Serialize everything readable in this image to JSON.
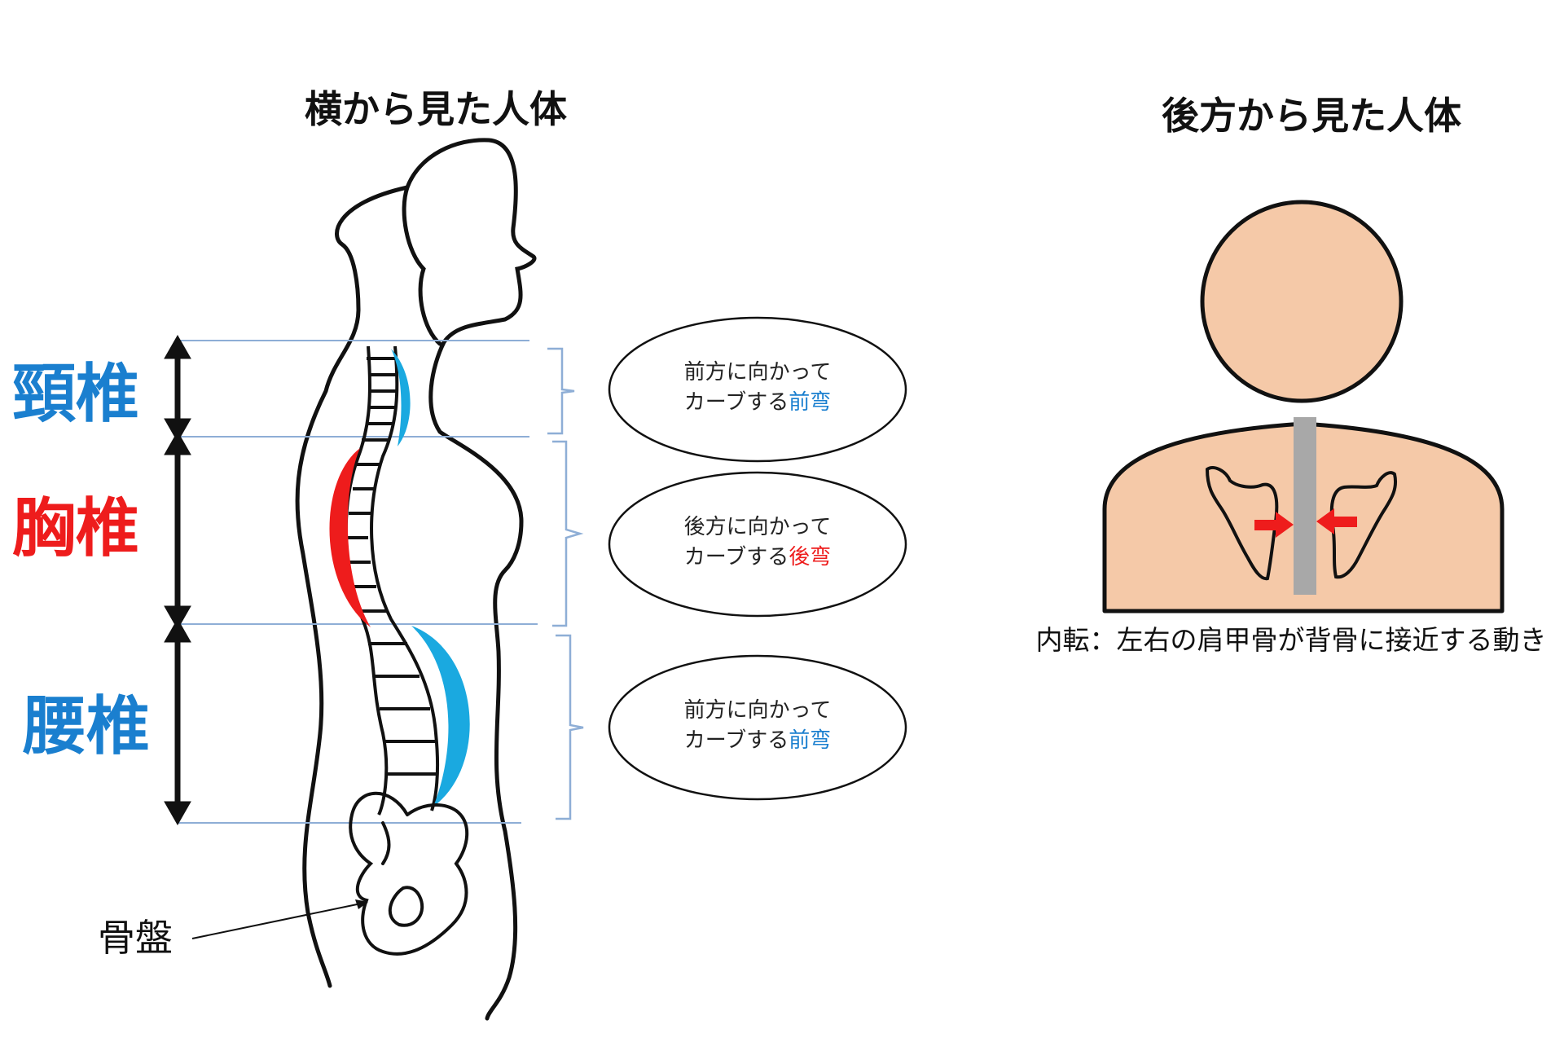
{
  "side_view": {
    "title": "横から見た人体",
    "regions": [
      {
        "name": "頸椎",
        "curve": "前弯",
        "description_prefix": "前方に向かって",
        "description_mid": "カーブする",
        "color": "#1a7fcf"
      },
      {
        "name": "胸椎",
        "curve": "後弯",
        "description_prefix": "後方に向かって",
        "description_mid": "カーブする",
        "color": "#ee1c1c"
      },
      {
        "name": "腰椎",
        "curve": "前弯",
        "description_prefix": "前方に向かって",
        "description_mid": "カーブする",
        "color": "#1a7fcf"
      }
    ],
    "pelvis_label": "骨盤"
  },
  "back_view": {
    "title": "後方から見た人体",
    "caption": "内転：左右の肩甲骨が背骨に接近する動き"
  },
  "colors": {
    "skin": "#f5c9a8",
    "lordosis": "#1aa9e0",
    "kyphosis": "#ee1c1c",
    "spine_bar": "#a8a8a8",
    "guide_line": "#8eaed6",
    "arrow": "#ee1c1c"
  }
}
